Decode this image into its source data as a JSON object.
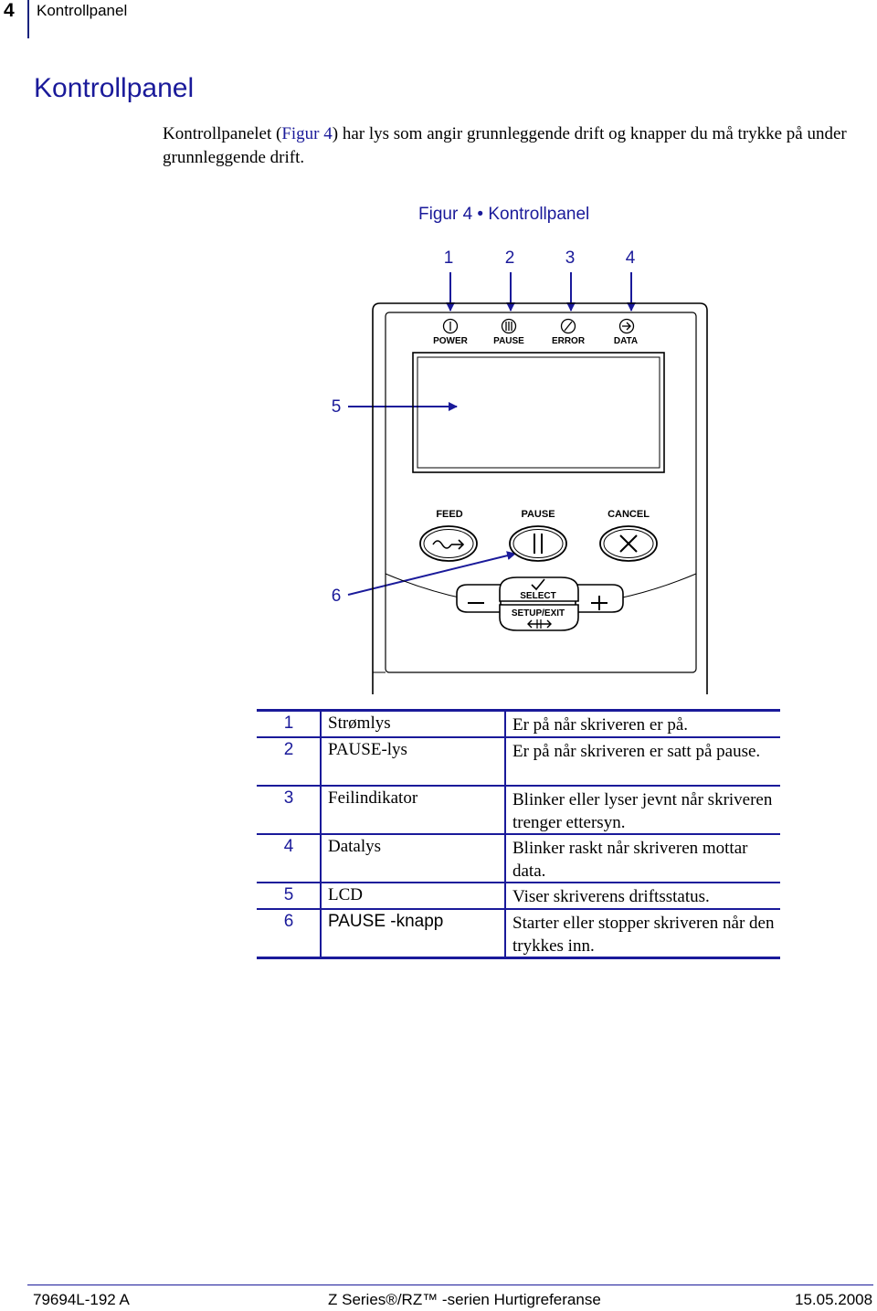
{
  "header": {
    "page_number": "4",
    "section": "Kontrollpanel"
  },
  "title": "Kontrollpanel",
  "intro": {
    "before_link": "Kontrollpanelet (",
    "link": "Figur 4",
    "after_link": ") har lys som angir grunnleggende drift og knapper du må trykke på under grunnleggende drift."
  },
  "figure": {
    "caption": "Figur 4 • Kontrollpanel",
    "callouts": [
      "1",
      "2",
      "3",
      "4",
      "5",
      "6"
    ],
    "lights": [
      "POWER",
      "PAUSE",
      "ERROR",
      "DATA"
    ],
    "buttons": {
      "feed": "FEED",
      "pause": "PAUSE",
      "cancel": "CANCEL",
      "select": "SELECT",
      "setup_exit": "SETUP/EXIT"
    }
  },
  "legend": [
    {
      "num": "1",
      "name": "Strømlys",
      "desc": "Er på når skriveren er på."
    },
    {
      "num": "2",
      "name": "PAUSE-lys",
      "desc": "Er på når skriveren er satt på pause."
    },
    {
      "num": "3",
      "name": "Feilindikator",
      "desc": "Blinker eller lyser jevnt når skriveren trenger ettersyn."
    },
    {
      "num": "4",
      "name": "Datalys",
      "desc": "Blinker raskt når skriveren mottar data."
    },
    {
      "num": "5",
      "name": "LCD",
      "desc": "Viser skriverens driftsstatus."
    },
    {
      "num": "6",
      "name": "PAUSE -knapp",
      "desc": "Starter eller stopper skriveren når den trykkes inn."
    }
  ],
  "footer": {
    "doc_id": "79694L-192 A",
    "title": "Z Series®/RZ™ -serien Hurtigreferanse",
    "date": "15.05.2008"
  }
}
